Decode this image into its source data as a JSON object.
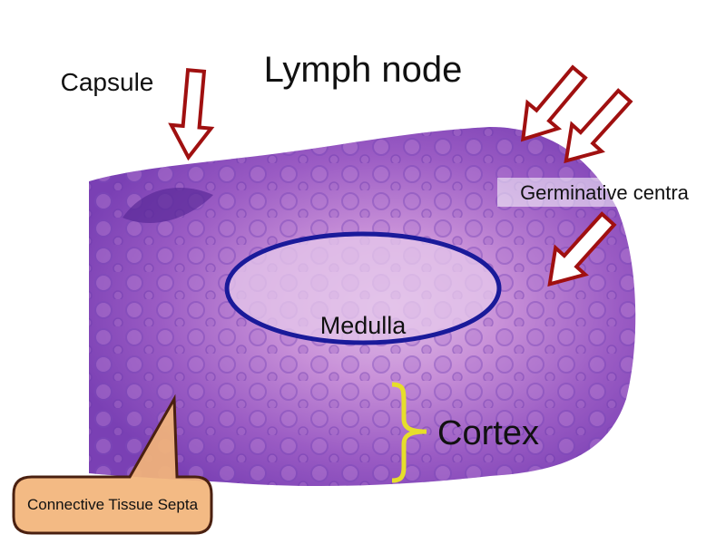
{
  "title": "Lymph node",
  "labels": {
    "capsule": "Capsule",
    "germinative_centra": "Germinative centra",
    "medulla": "Medulla",
    "cortex": "Cortex",
    "septa": "Connective Tissue Septa"
  },
  "colors": {
    "tissue": "#9b5cc4",
    "tissue_dark": "#6a35a8",
    "medulla": "#d9b0e0",
    "arrow_stroke": "#a01010",
    "ellipse_stroke": "#1a1a9a",
    "brace": "#e6de2a",
    "callout_fill": "#f2b47a",
    "callout_stroke": "#4a2010"
  }
}
